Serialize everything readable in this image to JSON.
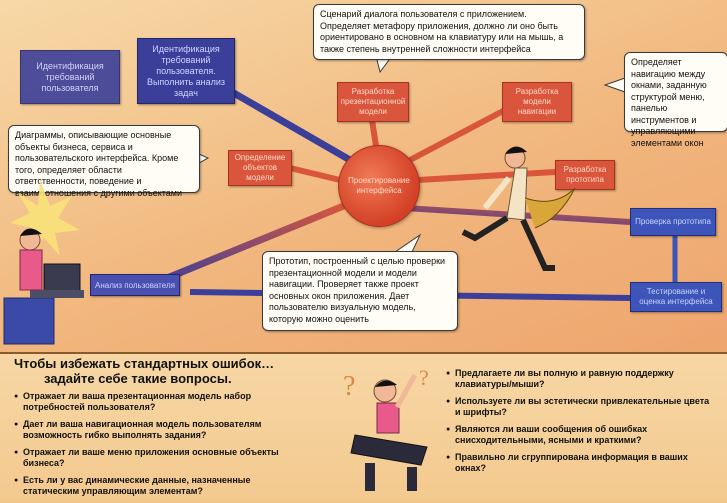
{
  "bubbles": {
    "scenario": "Сценарий диалога пользователя с приложением. Определяет метафору приложения, должно ли оно быть ориентировано в основном на клавиатуру или на мышь, а также степень внутренней сложности интерфейса",
    "navigation": "Определяет навигацию между окнами, заданную структурой меню, панелью инструментов и управляющими элементами окон",
    "diagrams": "Диаграммы, описывающие основные объекты бизнеса, сервиса и пользовательского интерфейса. Кроме того, определяет области ответственности, поведение и взаимоотношения с другими объектами",
    "prototype": "Прототип, построенный с целью проверки презентационной модели и модели навигации. Проверяет также проект основных окон приложения. Дает пользователю визуальную модель, которую можно оценить"
  },
  "navy_boxes": {
    "left": "Идентификация требований пользователя",
    "center": "Идентификация требований пользователя. Выполнить анализ задач",
    "user": "Анализ пользователя"
  },
  "red_boxes": {
    "top_center": "Разработка презентационной модели",
    "top_right": "Разработка модели навигации",
    "left": "Определение объектов модели",
    "right": "Разработка прототипа"
  },
  "circle": "Проектирование интерфейса",
  "blue_boxes": {
    "upper": "Проверка прототипа",
    "lower": "Тестирование и оценка интерфейса"
  },
  "bottom": {
    "title_line1": "Чтобы избежать стандартных ошибок…",
    "title_line2": "задайте себе такие вопросы.",
    "left_questions": [
      "Отражает ли ваша презентационная модель набор потребностей пользователя?",
      "Дает ли ваша навигационная модель пользователям возможность гибко выполнять задания?",
      "Отражает ли ваше меню приложения основные объекты бизнеса?",
      "Есть ли у вас динамические данные, назначенные статическим управляющим элементам?"
    ],
    "right_questions": [
      "Предлагаете ли вы полную и равную поддержку клавиатуры/мыши?",
      "Используете ли вы эстетически привлекательные цвета и шрифты?",
      "Являются ли ваши сообщения об ошибках снисходительными, ясными и краткими?",
      "Правильно ли сгруппирована информация в ваших окнах?"
    ]
  },
  "colors": {
    "navy": "#3b3f9a",
    "red": "#d9563c",
    "blue": "#3d55b8",
    "background": "#f4c58a"
  }
}
